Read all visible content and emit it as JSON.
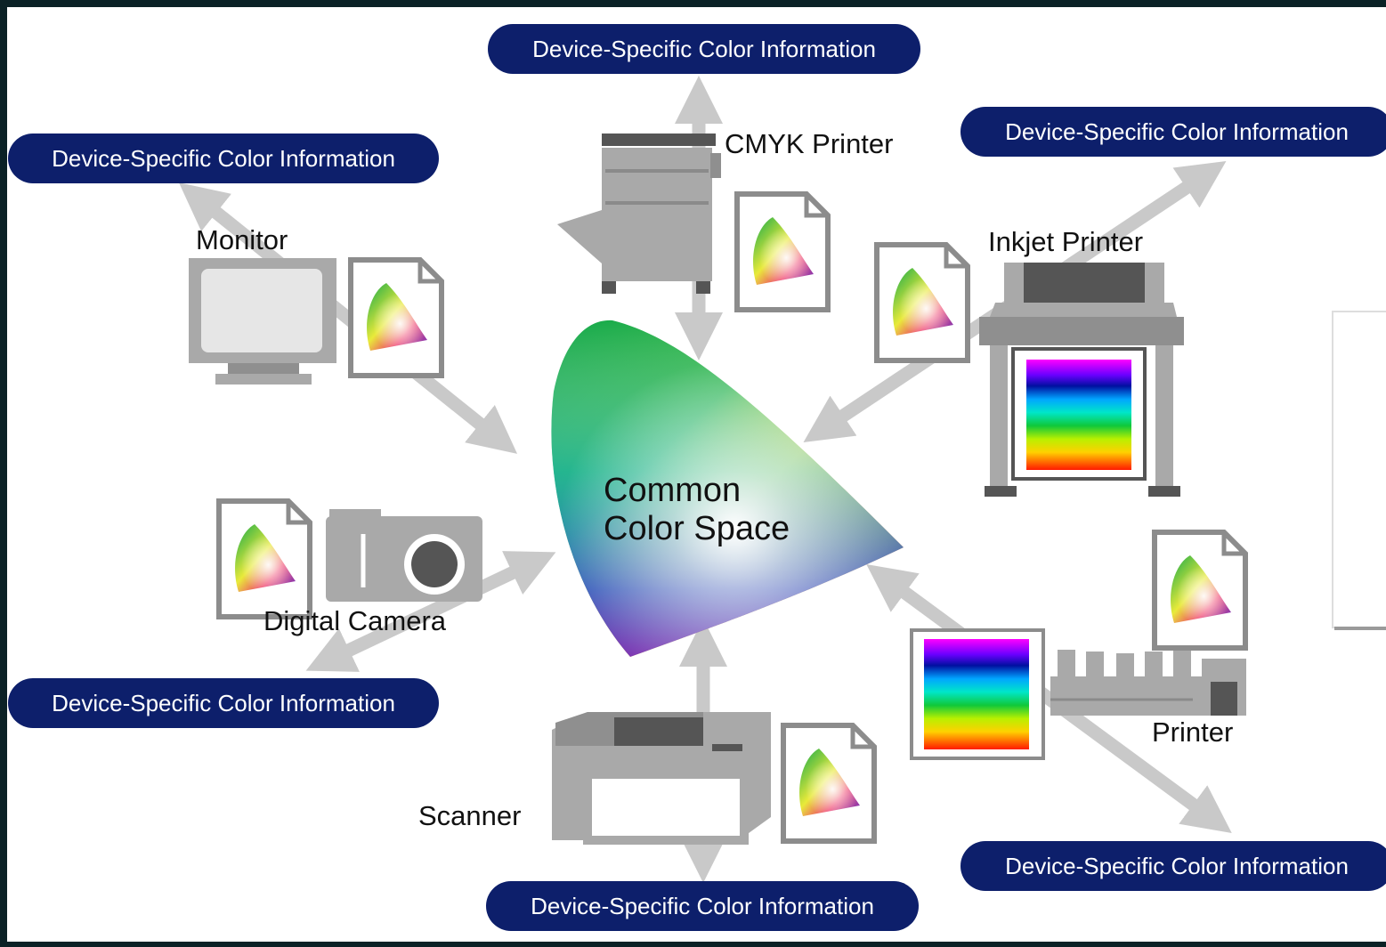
{
  "center": {
    "line1": "Common",
    "line2": "Color Space"
  },
  "devices": {
    "cmyk_printer": "CMYK Printer",
    "inkjet_printer": "Inkjet Printer",
    "monitor": "Monitor",
    "digital_camera": "Digital Camera",
    "scanner": "Scanner",
    "printer": "Printer"
  },
  "info_label": "Device-Specific Color Information",
  "colors": {
    "pill": "#0d1f6b",
    "device": "#a9a9a9",
    "arrow": "#c9c9c9",
    "background": "#0b2226"
  }
}
